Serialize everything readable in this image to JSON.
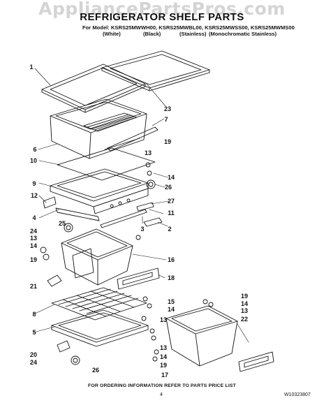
{
  "watermark": "AppliancePartsPros.com",
  "title": "REFRIGERATOR SHELF PARTS",
  "models_line": "For Model: KSRS25MWWH00, KSRS25MWBL00, KSRS25MWSS00, KSRS25MWMS00",
  "colors": [
    "(White)",
    "(Black)",
    "(Stainless)",
    "(Monochromatic Stainless)"
  ],
  "callouts": [
    "1",
    "23",
    "7",
    "6",
    "10",
    "13",
    "19",
    "14",
    "26",
    "9",
    "27",
    "12",
    "11",
    "4",
    "3",
    "2",
    "25",
    "24",
    "13",
    "14",
    "16",
    "19",
    "21",
    "18",
    "19",
    "14",
    "13",
    "15",
    "14",
    "8",
    "22",
    "13",
    "5",
    "13",
    "20",
    "24",
    "26",
    "14",
    "19",
    "17"
  ],
  "footer": "FOR ORDERING INFORMATION REFER TO PARTS PRICE LIST",
  "page_number": "4",
  "doc_number": "W10323807"
}
